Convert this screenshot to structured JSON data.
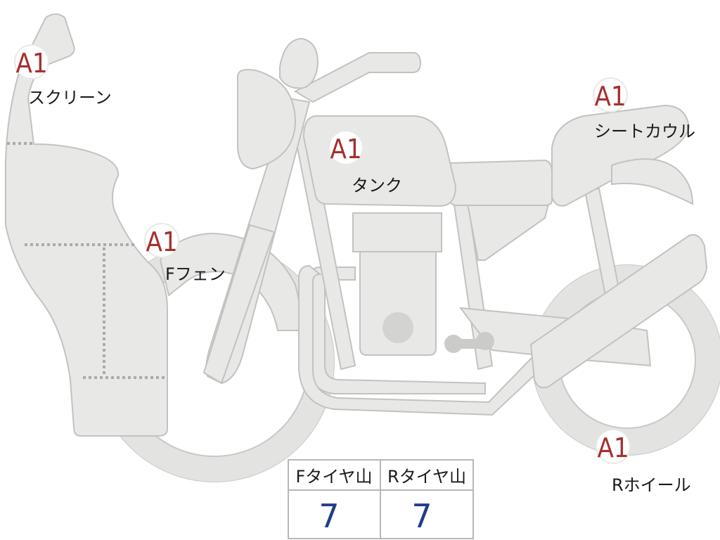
{
  "parts": {
    "screen": {
      "grade": "A1",
      "label": "スクリーン"
    },
    "tank": {
      "grade": "A1",
      "label": "タンク"
    },
    "seat_cowl": {
      "grade": "A1",
      "label": "シートカウル"
    },
    "front_fender": {
      "grade": "A1",
      "label": "Fフェン"
    },
    "rear_wheel": {
      "grade": "A1",
      "label": "Rホイール"
    }
  },
  "tread_table": {
    "front_header": "Fタイヤ山",
    "rear_header": "Rタイヤ山",
    "front_value": "7",
    "rear_value": "7"
  },
  "colors": {
    "part_fill": "#e8e8e6",
    "grade_text": "#a5302e",
    "value_text": "#1f3d8a"
  }
}
